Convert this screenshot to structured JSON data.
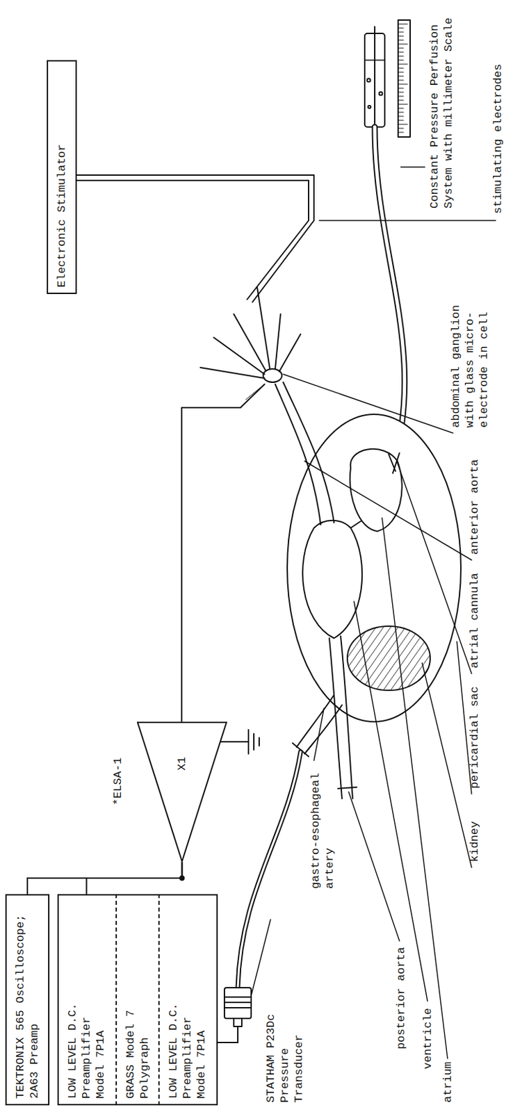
{
  "diagram": {
    "nodes": [
      {
        "text": [
          "Electronic Stimulator"
        ]
      },
      {
        "text": [
          "TEKTRONIX 565 Oscilloscope; 2A63 Preamp"
        ]
      },
      {
        "text": [
          "LOW LEVEL D.C. Preamplifier Model 7P1A"
        ]
      },
      {
        "text": [
          "GRASS Model 7 Polygraph"
        ]
      },
      {
        "text": [
          "LOW LEVEL D.C. Preamplifier Model 7P1A"
        ]
      },
      {
        "text": [
          "X1"
        ]
      }
    ],
    "edges": [
      {
        "from": 5,
        "to": 1,
        "arrow": "none"
      },
      {
        "from": 5,
        "to": 2,
        "arrow": "none"
      }
    ],
    "labels": [
      "stimulating electrodes",
      "Constant Pressure Perfusion System with millimeter Scale",
      "abdominal ganglion with glass micro-electrode in cell",
      "anterior aorta",
      "atrial cannula",
      "pericardial sac",
      "kidney",
      "*ELSA-1",
      "gastro-esophageal artery",
      "STATHAM P23Dc Pressure Transducer",
      "posterior aorta",
      "ventricle",
      "atrium"
    ]
  }
}
